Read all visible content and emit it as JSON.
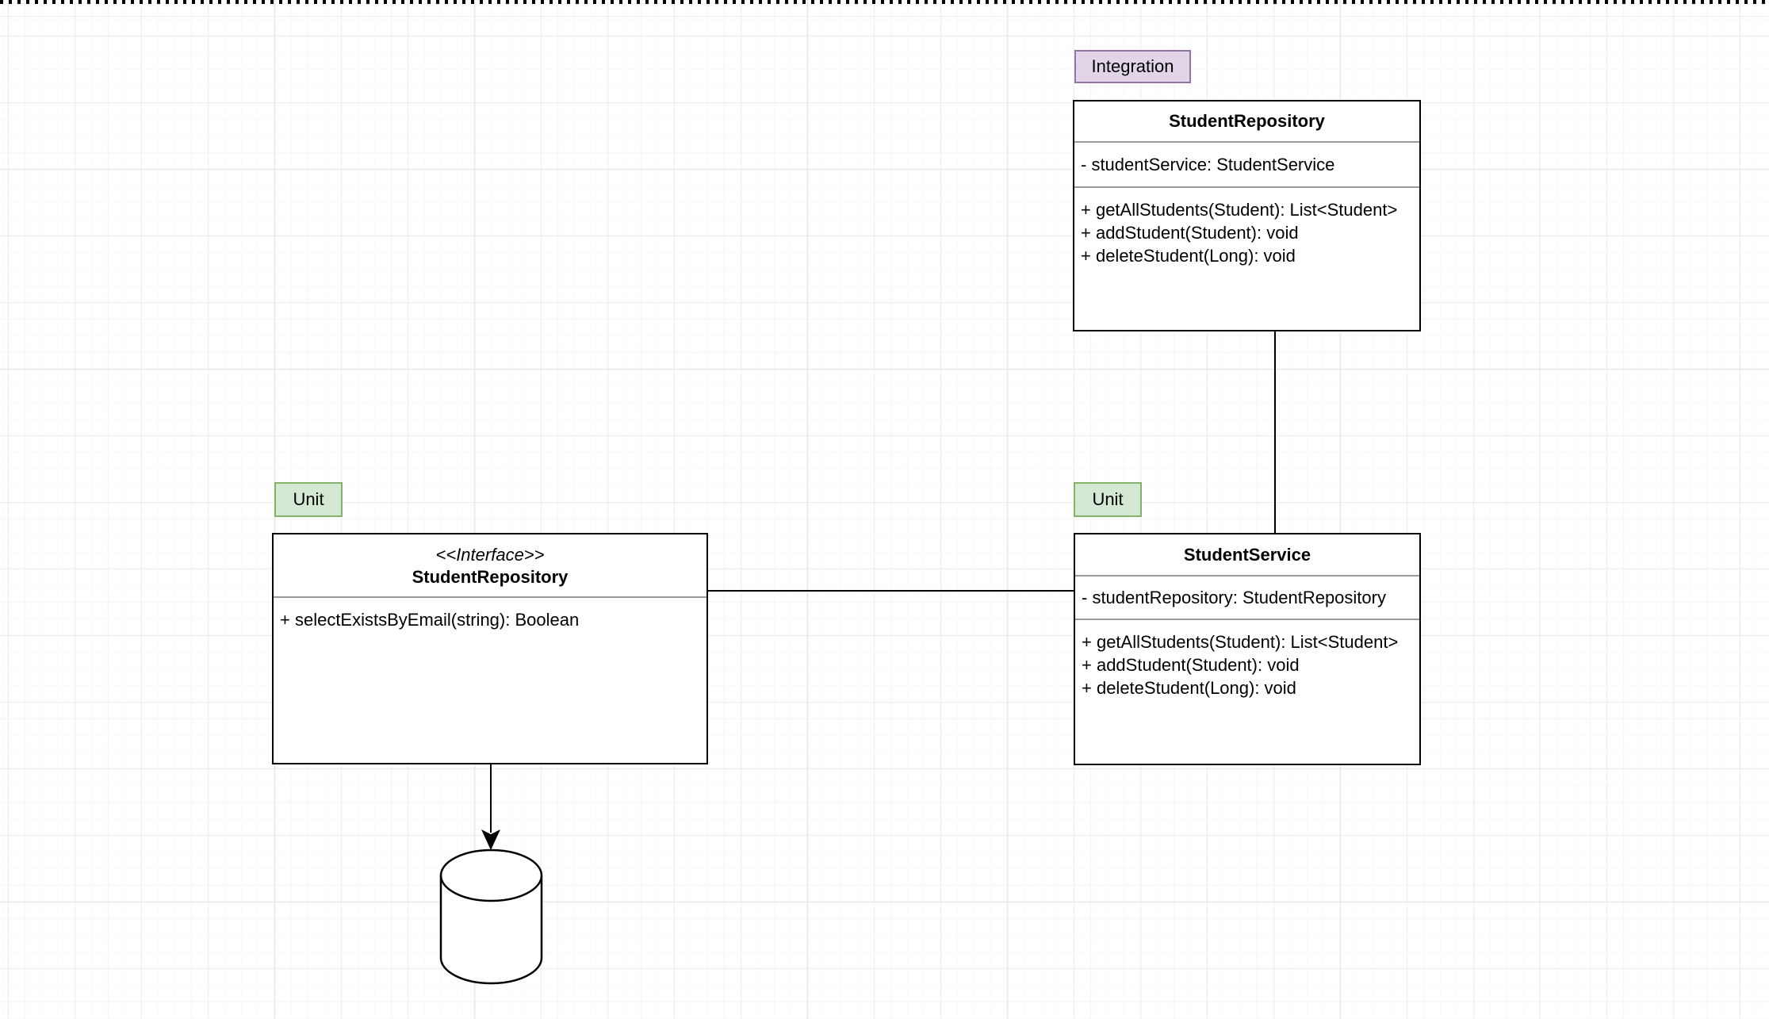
{
  "diagram": {
    "badges": {
      "integration": "Integration",
      "unit_left": "Unit",
      "unit_right": "Unit"
    },
    "classes": {
      "repository_impl": {
        "title": "StudentRepository",
        "field_0": "- studentService: StudentService",
        "method_0": "+ getAllStudents(Student): List<Student>",
        "method_1": "+ addStudent(Student): void",
        "method_2": "+ deleteStudent(Long): void"
      },
      "repository_interface": {
        "stereotype": "<<Interface>>",
        "title": "StudentRepository",
        "method_0": "+ selectExistsByEmail(string): Boolean"
      },
      "service": {
        "title": "StudentService",
        "field_0": "- studentRepository: StudentRepository",
        "method_0": "+ getAllStudents(Student): List<Student>",
        "method_1": "+ addStudent(Student): void",
        "method_2": "+ deleteStudent(Long): void"
      }
    },
    "shapes": {
      "database_cylinder": "database"
    },
    "colors": {
      "integration_badge_fill": "#e1d5e7",
      "integration_badge_border": "#9673a6",
      "unit_badge_fill": "#d5e8d4",
      "unit_badge_border": "#82b366",
      "box_border": "#000000",
      "separator": "#999999",
      "connector": "#000000"
    }
  }
}
